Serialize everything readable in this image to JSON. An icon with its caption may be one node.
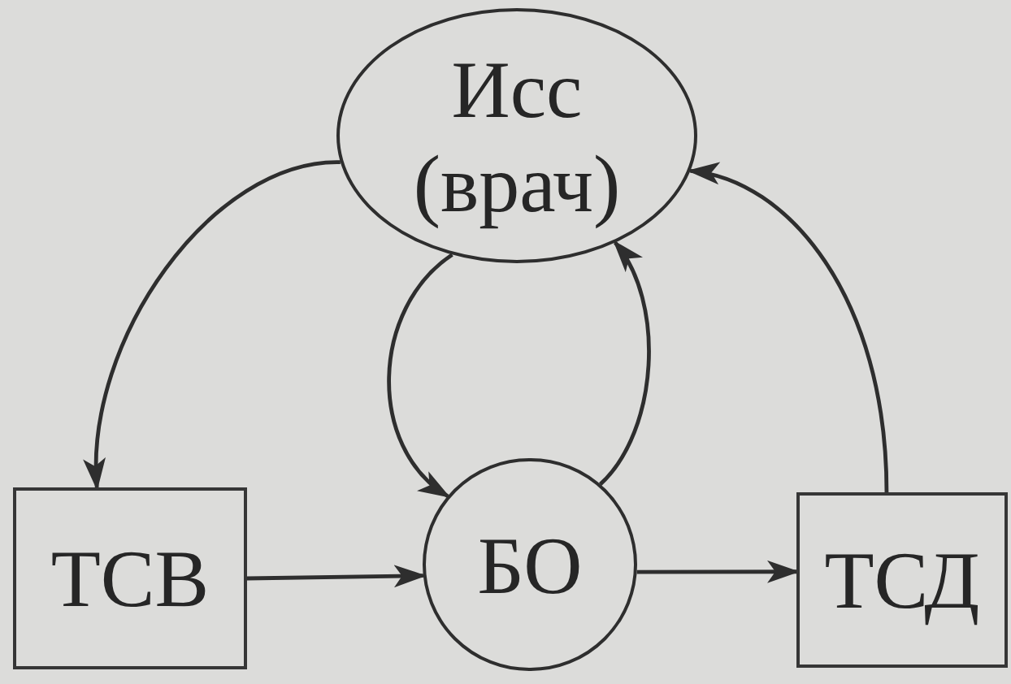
{
  "diagram": {
    "nodes": [
      {
        "text": [
          "Исс (врач)"
        ]
      },
      {
        "text": [
          "ТСВ"
        ]
      },
      {
        "text": [
          "БО"
        ]
      },
      {
        "text": [
          "ТСД"
        ]
      }
    ],
    "edges": [
      {
        "from": 0,
        "to": 1,
        "arrow": "to"
      },
      {
        "from": 0,
        "to": 2,
        "arrow": "to"
      },
      {
        "from": 2,
        "to": 0,
        "arrow": "to"
      },
      {
        "from": 1,
        "to": 2,
        "arrow": "to"
      },
      {
        "from": 2,
        "to": 3,
        "arrow": "to"
      },
      {
        "from": 3,
        "to": 0,
        "arrow": "to"
      }
    ]
  }
}
